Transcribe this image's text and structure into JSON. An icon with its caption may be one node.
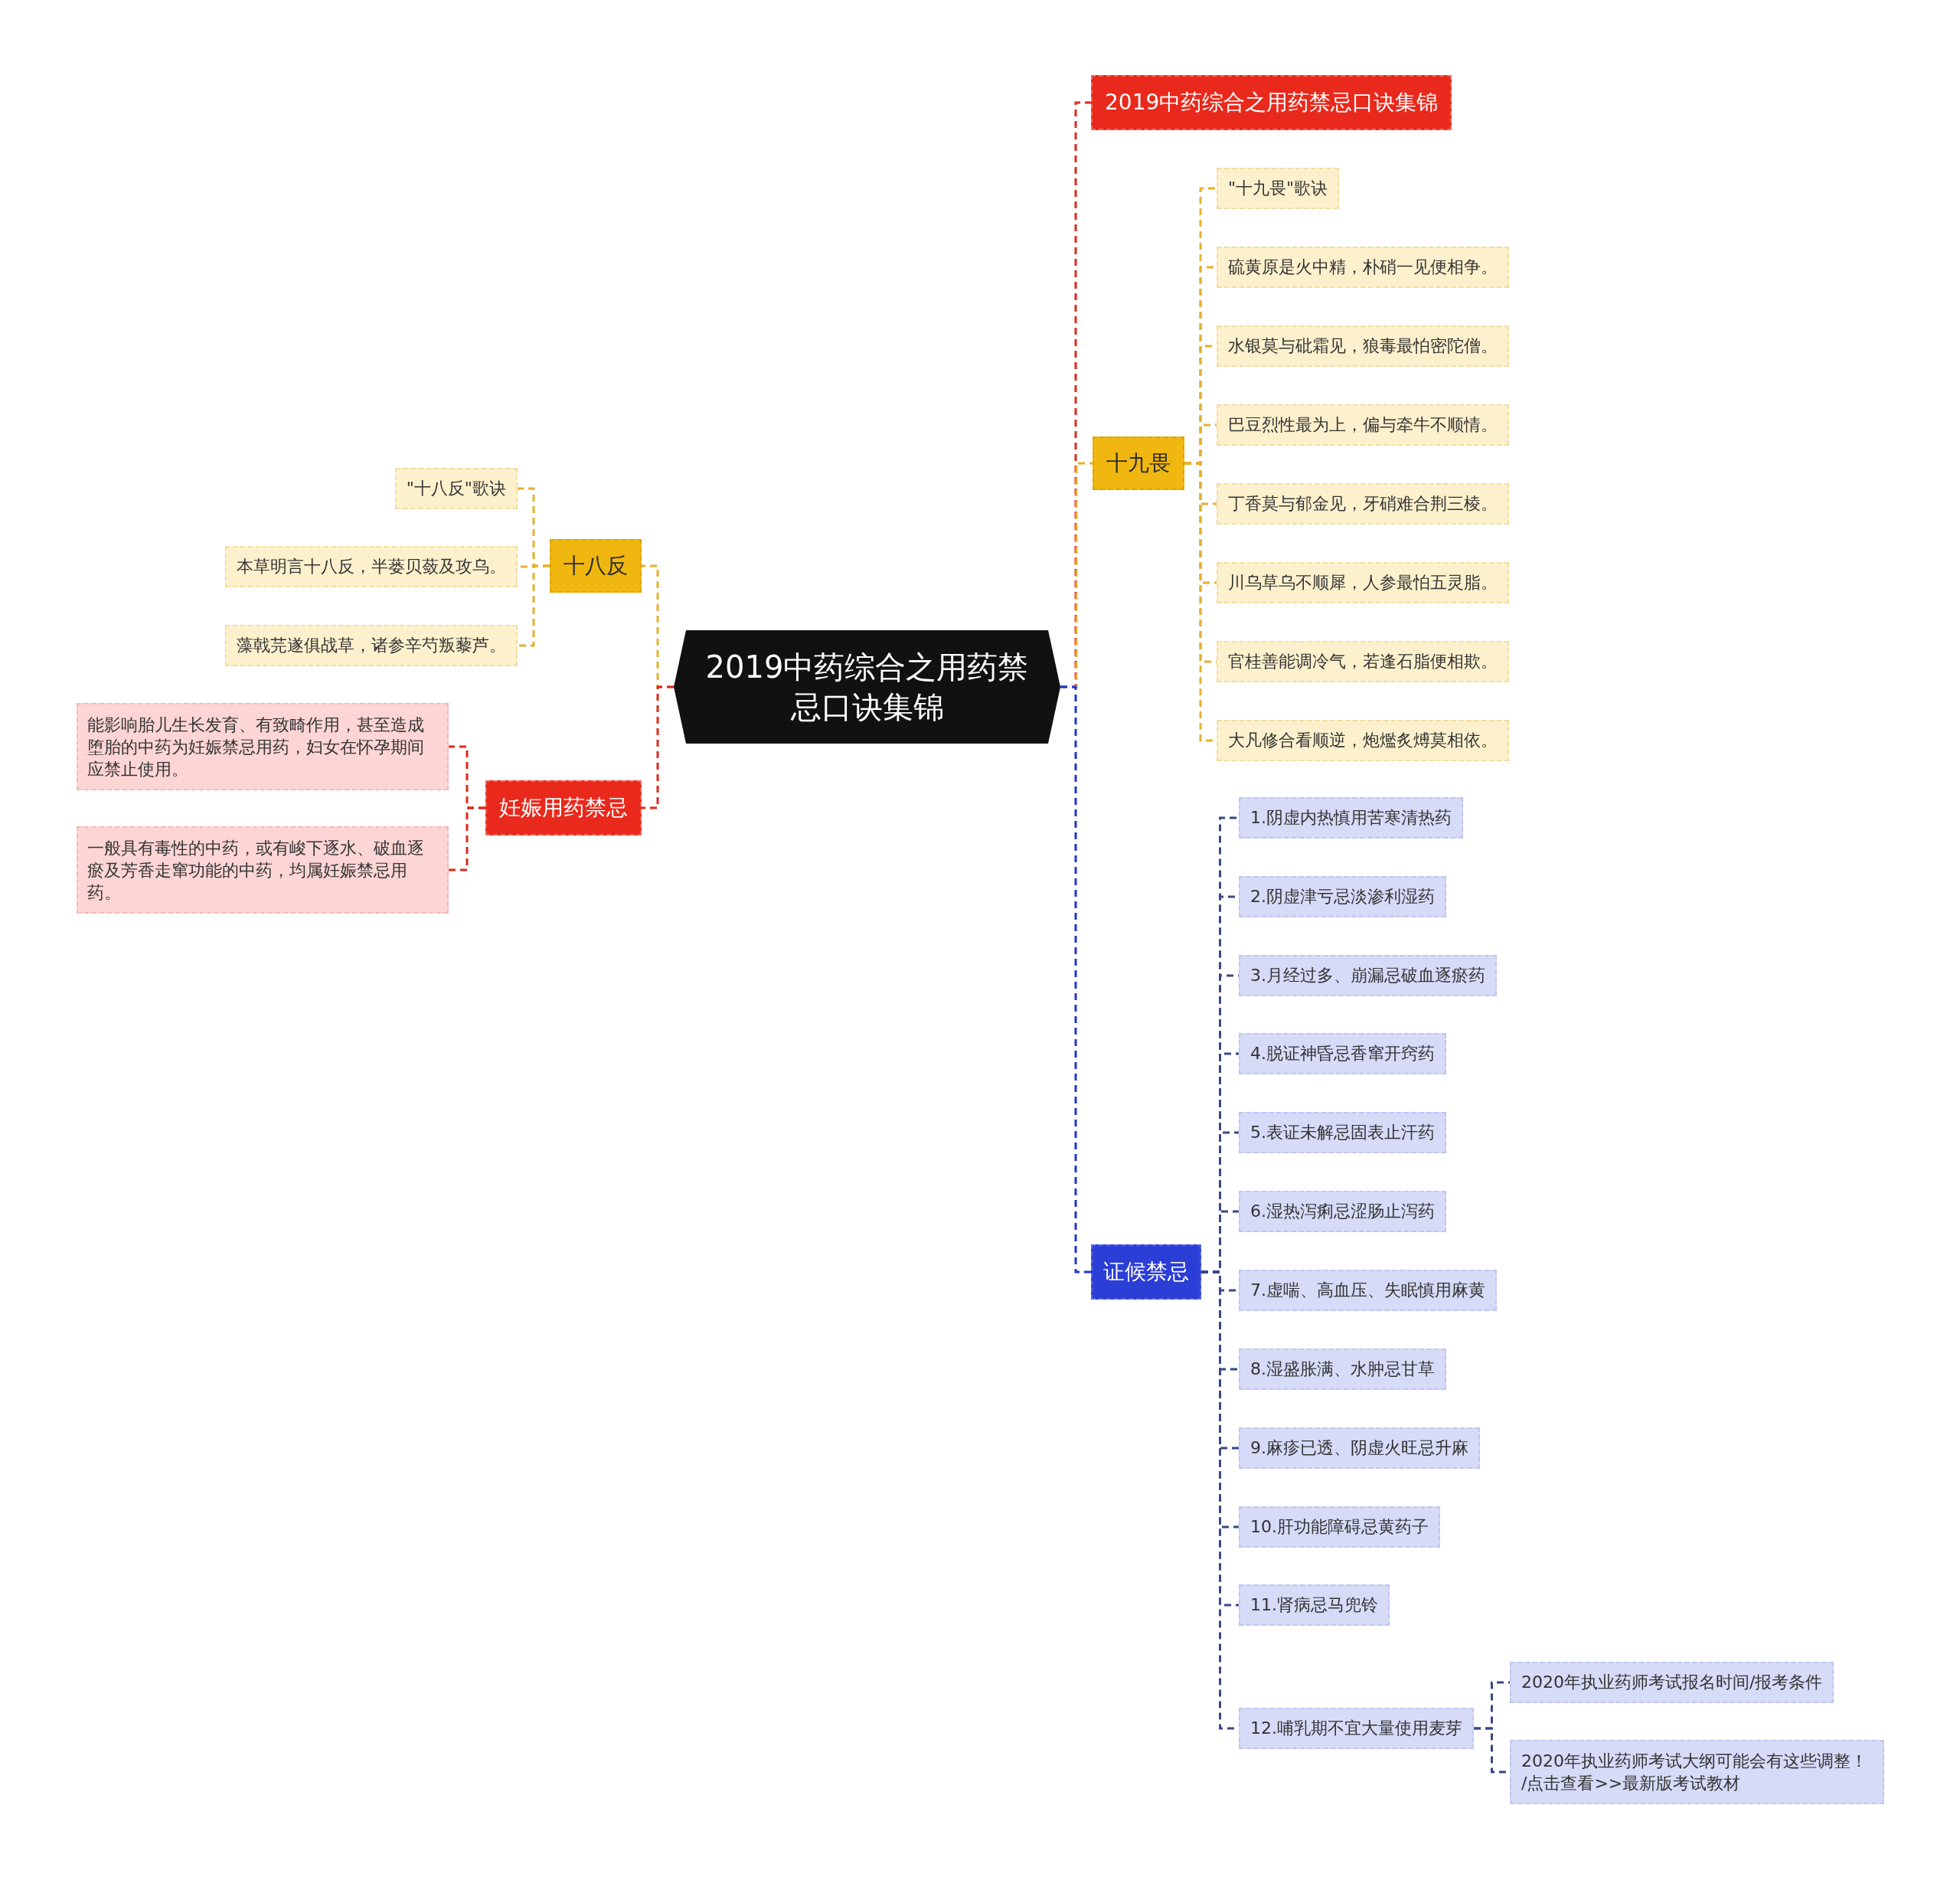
{
  "diagram": {
    "nodes": [
      {
        "text": [
          "2019中药综合之用药禁忌口诀集锦"
        ]
      },
      {
        "text": [
          "2019中药综合之用药禁忌口诀集锦"
        ]
      },
      {
        "text": [
          "十九畏"
        ]
      },
      {
        "text": [
          "\"十九畏\"歌诀"
        ]
      },
      {
        "text": [
          "硫黄原是火中精，朴硝一见便相争。"
        ]
      },
      {
        "text": [
          "水银莫与砒霜见，狼毒最怕密陀僧。"
        ]
      },
      {
        "text": [
          "巴豆烈性最为上，偏与牵牛不顺情。"
        ]
      },
      {
        "text": [
          "丁香莫与郁金见，牙硝难合荆三棱。"
        ]
      },
      {
        "text": [
          "川乌草乌不顺犀，人参最怕五灵脂。"
        ]
      },
      {
        "text": [
          "官桂善能调冷气，若逢石脂便相欺。"
        ]
      },
      {
        "text": [
          "大凡修合看顺逆，炮爁炙煿莫相依。"
        ]
      },
      {
        "text": [
          "证候禁忌"
        ]
      },
      {
        "text": [
          "1.阴虚内热慎用苦寒清热药"
        ]
      },
      {
        "text": [
          "2.阴虚津亏忌淡渗利湿药"
        ]
      },
      {
        "text": [
          "3.月经过多、崩漏忌破血逐瘀药"
        ]
      },
      {
        "text": [
          "4.脱证神昏忌香窜开窍药"
        ]
      },
      {
        "text": [
          "5.表证未解忌固表止汗药"
        ]
      },
      {
        "text": [
          "6.湿热泻痢忌涩肠止泻药"
        ]
      },
      {
        "text": [
          "7.虚喘、高血压、失眠慎用麻黄"
        ]
      },
      {
        "text": [
          "8.湿盛胀满、水肿忌甘草"
        ]
      },
      {
        "text": [
          "9.麻疹已透、阴虚火旺忌升麻"
        ]
      },
      {
        "text": [
          "10.肝功能障碍忌黄药子"
        ]
      },
      {
        "text": [
          "11.肾病忌马兜铃"
        ]
      },
      {
        "text": [
          "12.哺乳期不宜大量使用麦芽"
        ]
      },
      {
        "text": [
          "2020年执业药师考试报名时间/报考条件"
        ]
      },
      {
        "text": [
          "2020年执业药师考试大纲可能会有这些调整！ /点击查看>>最新版考试教材"
        ]
      },
      {
        "text": [
          "十八反"
        ]
      },
      {
        "text": [
          "\"十八反\"歌诀"
        ]
      },
      {
        "text": [
          "本草明言十八反，半蒌贝蔹及攻乌。"
        ]
      },
      {
        "text": [
          "藻戟芫遂俱战草，诸参辛芍叛藜芦。"
        ]
      },
      {
        "text": [
          "妊娠用药禁忌"
        ]
      },
      {
        "text": [
          "能影响胎儿生长发育、有致畸作用，甚至造成堕胎的中药为妊娠禁忌用药，妇女在怀孕期间应禁止使用。"
        ]
      },
      {
        "text": [
          "一般具有毒性的中药，或有峻下逐水、破血逐瘀及芳香走窜功能的中药，均属妊娠禁忌用药。"
        ]
      }
    ],
    "edges": [
      {
        "from": 0,
        "to": 1,
        "arrow": "none",
        "color": "#e0291c"
      },
      {
        "from": 0,
        "to": 2,
        "arrow": "none",
        "color": "#e6b12a"
      },
      {
        "from": 2,
        "to": 3,
        "arrow": "none",
        "color": "#e6b12a"
      },
      {
        "from": 2,
        "to": 4,
        "arrow": "none",
        "color": "#e6b12a"
      },
      {
        "from": 2,
        "to": 5,
        "arrow": "none",
        "color": "#e6b12a"
      },
      {
        "from": 2,
        "to": 6,
        "arrow": "none",
        "color": "#e6b12a"
      },
      {
        "from": 2,
        "to": 7,
        "arrow": "none",
        "color": "#e6b12a"
      },
      {
        "from": 2,
        "to": 8,
        "arrow": "none",
        "color": "#e6b12a"
      },
      {
        "from": 2,
        "to": 9,
        "arrow": "none",
        "color": "#e6b12a"
      },
      {
        "from": 2,
        "to": 10,
        "arrow": "none",
        "color": "#e6b12a"
      },
      {
        "from": 0,
        "to": 11,
        "arrow": "none",
        "color": "#2036d0"
      },
      {
        "from": 11,
        "to": 12,
        "arrow": "none"
      },
      {
        "from": 11,
        "to": 13,
        "arrow": "none"
      },
      {
        "from": 11,
        "to": 14,
        "arrow": "none"
      },
      {
        "from": 11,
        "to": 15,
        "arrow": "none"
      },
      {
        "from": 11,
        "to": 16,
        "arrow": "none"
      },
      {
        "from": 11,
        "to": 17,
        "arrow": "none"
      },
      {
        "from": 11,
        "to": 18,
        "arrow": "none"
      },
      {
        "from": 11,
        "to": 19,
        "arrow": "none"
      },
      {
        "from": 11,
        "to": 20,
        "arrow": "none"
      },
      {
        "from": 11,
        "to": 21,
        "arrow": "none"
      },
      {
        "from": 11,
        "to": 22,
        "arrow": "none"
      },
      {
        "from": 11,
        "to": 23,
        "arrow": "none"
      },
      {
        "from": 23,
        "to": 24,
        "arrow": "none"
      },
      {
        "from": 23,
        "to": 25,
        "arrow": "none"
      },
      {
        "from": 0,
        "to": 26,
        "arrow": "none",
        "color": "#e6b12a"
      },
      {
        "from": 26,
        "to": 27,
        "arrow": "none",
        "color": "#e6b12a"
      },
      {
        "from": 26,
        "to": 28,
        "arrow": "none",
        "color": "#e6b12a"
      },
      {
        "from": 26,
        "to": 29,
        "arrow": "none",
        "color": "#e6b12a"
      },
      {
        "from": 0,
        "to": 30,
        "arrow": "none",
        "color": "#e0291c"
      },
      {
        "from": 30,
        "to": 31,
        "arrow": "none",
        "color": "#e0291c"
      },
      {
        "from": 30,
        "to": 32,
        "arrow": "none",
        "color": "#e0291c"
      }
    ]
  }
}
